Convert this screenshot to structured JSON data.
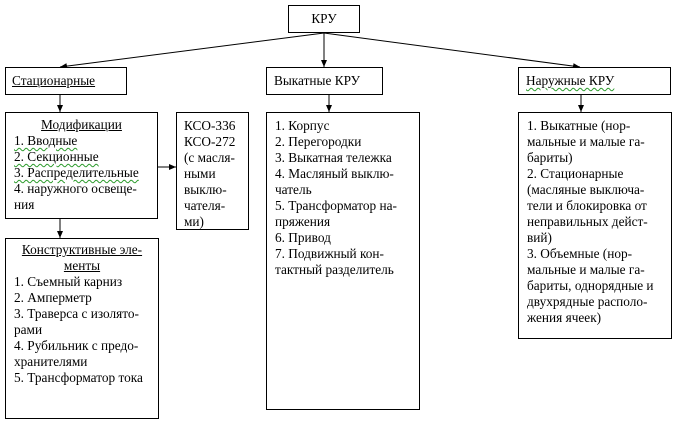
{
  "root": {
    "label": "КРУ"
  },
  "categories": [
    {
      "label": "Стационарные"
    },
    {
      "label": "Выкатные КРУ"
    },
    {
      "label": "Наружные КРУ"
    }
  ],
  "modifications": {
    "title": "Модификации",
    "lines": [
      "1. Вводные",
      "2. Секционные",
      "3. Распределительные",
      "4. наружного освеще-",
      "ния"
    ]
  },
  "kso": {
    "lines": [
      "КСО-336",
      "КСО-272",
      "(с масля-",
      "ными",
      "выклю-",
      "чателя-",
      "ми)"
    ]
  },
  "constructive": {
    "title_lines": [
      "Конструктивные эле-",
      "менты"
    ],
    "lines": [
      "1. Съемный карниз",
      "2. Амперметр",
      "3. Траверса с изолято-",
      "рами",
      "4. Рубильник с предо-",
      "хранителями",
      "5. Трансформатор тока"
    ]
  },
  "withdrawable": {
    "lines": [
      "1. Корпус",
      "2. Перегородки",
      "3. Выкатная тележка",
      "4. Масляный выклю-",
      "чатель",
      "5. Трансформатор на-",
      "пряжения",
      "6. Привод",
      "7. Подвижный кон-",
      "тактный разделитель"
    ]
  },
  "outdoor": {
    "lines": [
      "1. Выкатные (нор-",
      "мальные и малые га-",
      "бариты)",
      "2. Стационарные",
      "(масляные выключа-",
      "тели и блокировка от",
      "неправильных дейст-",
      "вий)",
      "3. Объемные (нор-",
      "мальные и малые га-",
      "бариты, однорядные и",
      "двухрядные располо-",
      "жения ячеек)"
    ]
  }
}
